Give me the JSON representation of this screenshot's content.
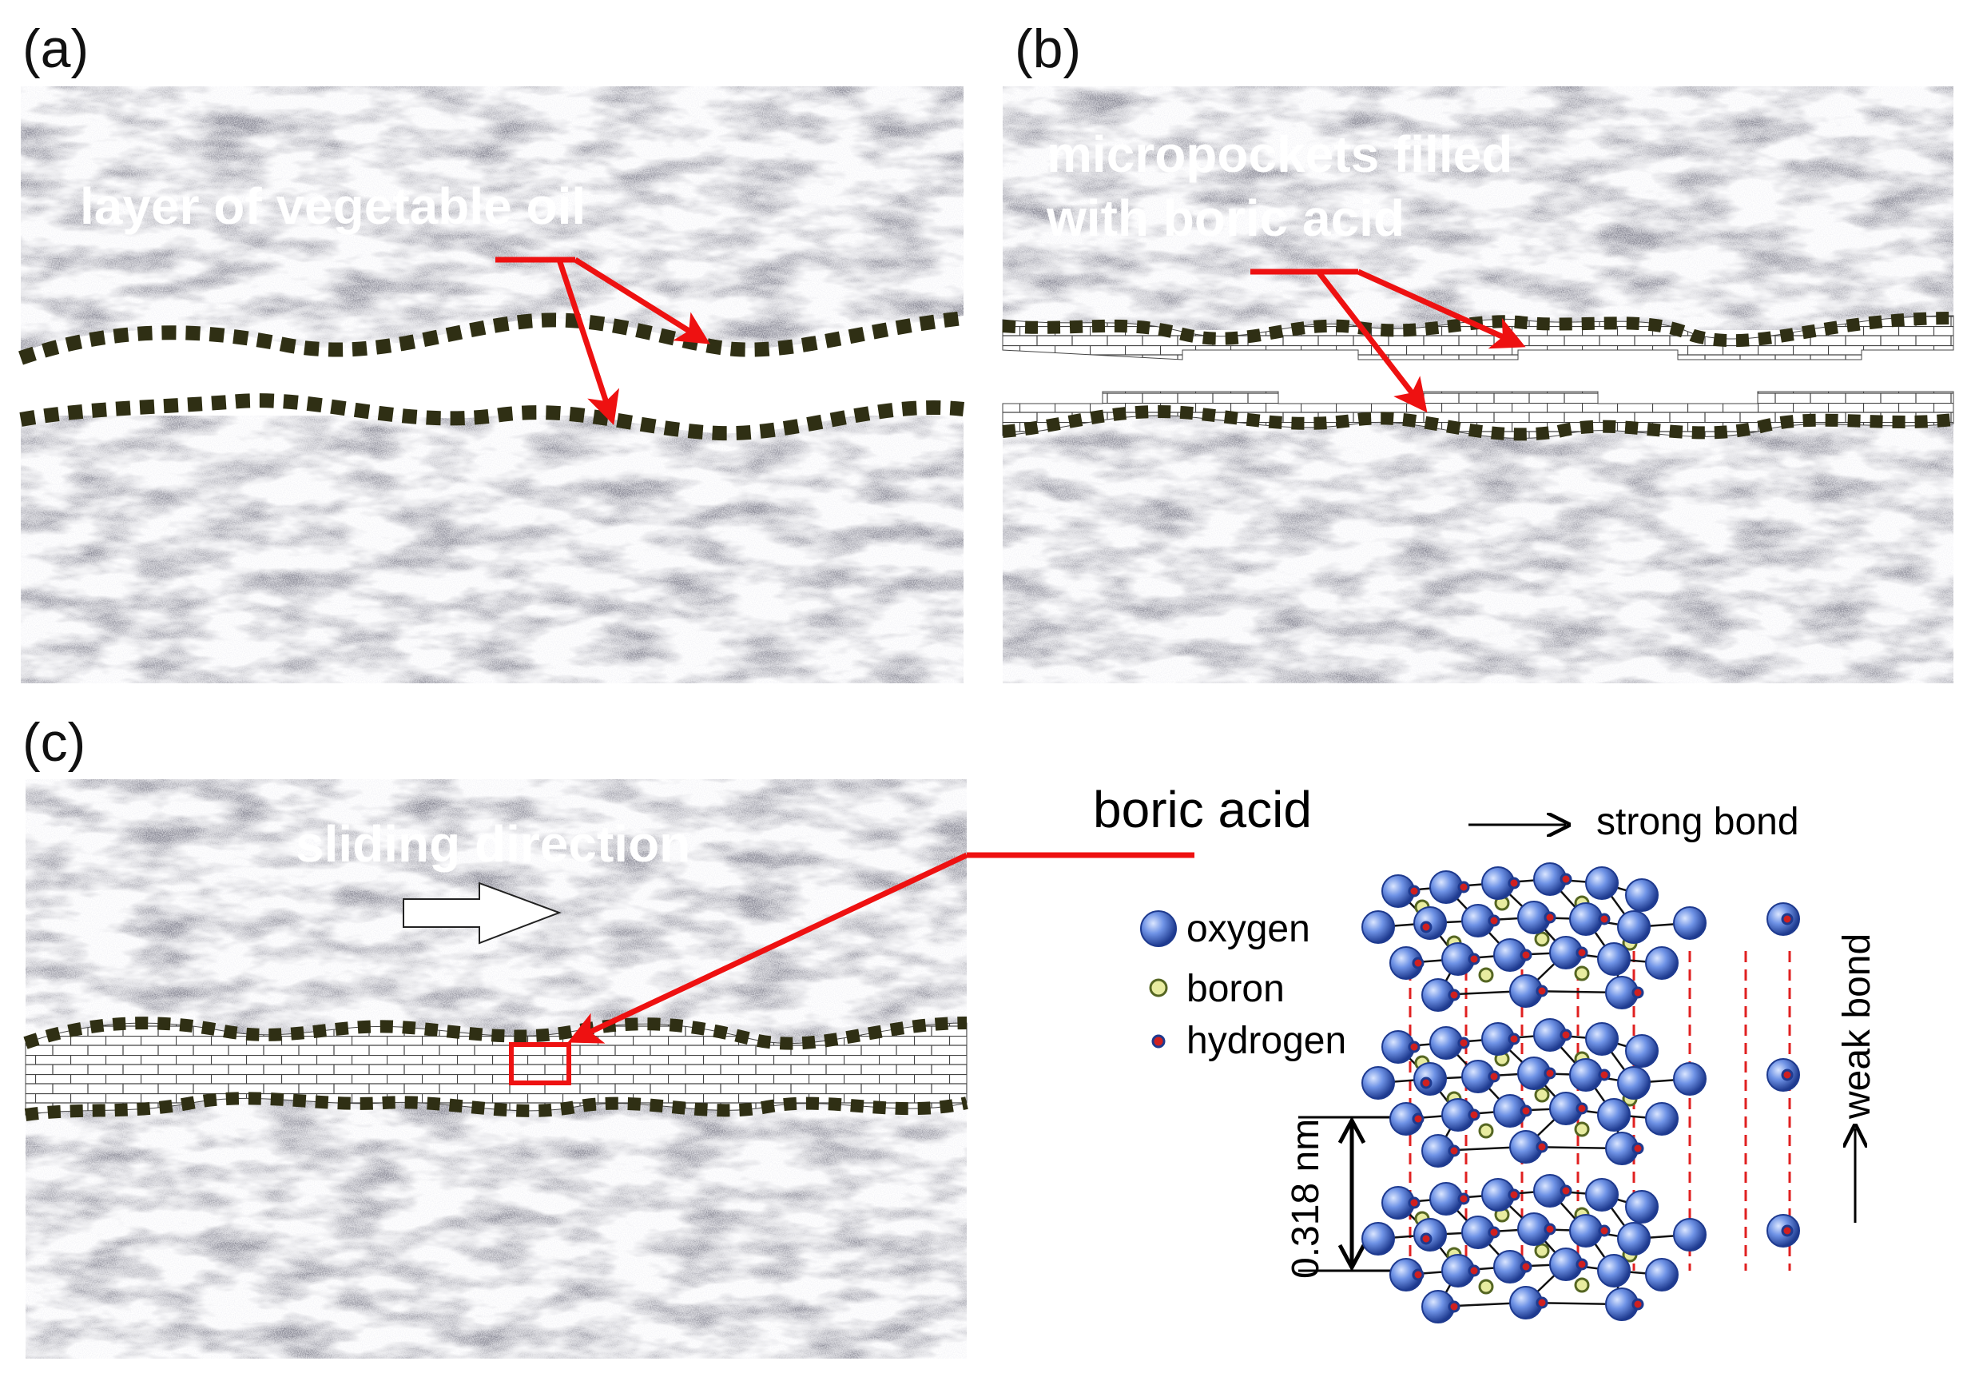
{
  "panels": {
    "a": {
      "label": "(a)",
      "annotation": "layer of vegetable oil"
    },
    "b": {
      "label": "(b)",
      "annotation_line1": "micropockets filled",
      "annotation_line2": "with boric acid"
    },
    "c": {
      "label": "(c)",
      "annotation": "sliding direction"
    }
  },
  "structure": {
    "title": "boric acid",
    "strong_bond": "strong bond",
    "weak_bond": "weak bond",
    "spacing": "0.318 nm",
    "legend": [
      {
        "name": "oxygen"
      },
      {
        "name": "boron"
      },
      {
        "name": "hydrogen"
      }
    ]
  },
  "colors": {
    "surface_dark": "#3b3b45",
    "surface_light": "#c2c2cc",
    "oil_layer": "#2f2f14",
    "arrow": "#ee1111",
    "oxygen": "#3a5fc8",
    "boron": "#e8eca0",
    "hydrogen": "#d02020",
    "weak_bond_line": "#e02020"
  }
}
